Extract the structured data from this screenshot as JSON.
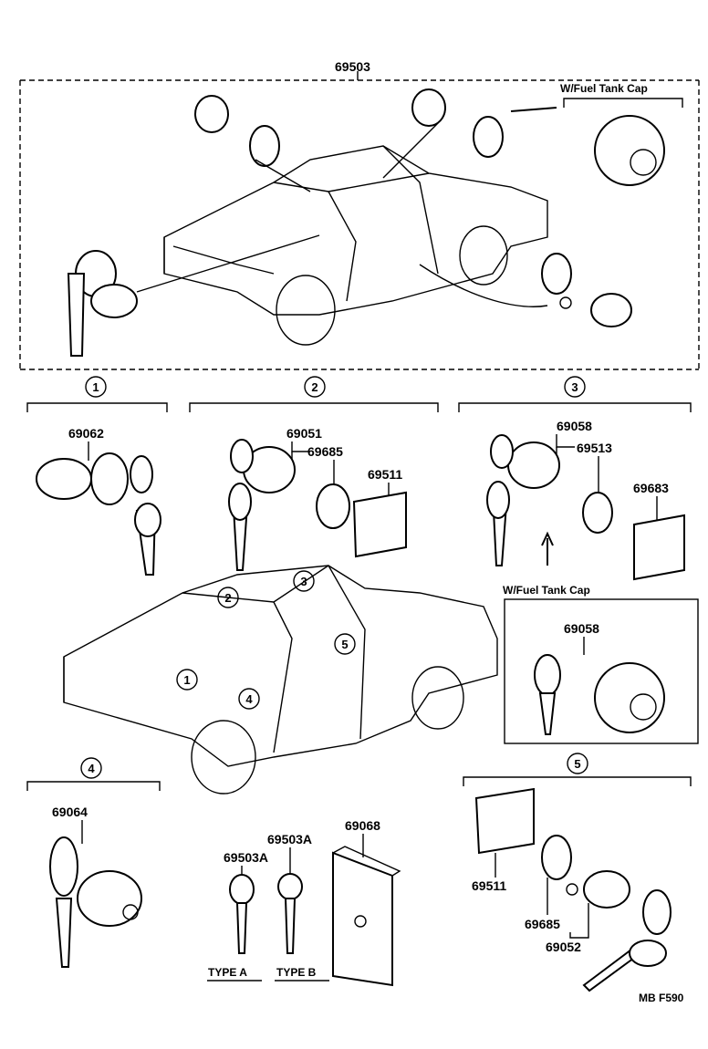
{
  "assembly": {
    "main_part": "69503",
    "fuel_cap_note": "W/Fuel Tank Cap"
  },
  "groups": [
    {
      "index": "1",
      "parts": [
        "69062"
      ]
    },
    {
      "index": "2",
      "parts": [
        "69051",
        "69685",
        "69511"
      ]
    },
    {
      "index": "3",
      "parts": [
        "69058",
        "69513",
        "69683"
      ]
    },
    {
      "index": "4",
      "parts": [
        "69064",
        "69503A",
        "69503A",
        "69068"
      ]
    },
    {
      "index": "5",
      "parts": [
        "69511",
        "69685",
        "69052"
      ]
    }
  ],
  "inset": {
    "title": "W/Fuel Tank Cap",
    "part": "69058"
  },
  "key_types": {
    "type_a": "TYPE A",
    "type_b": "TYPE B"
  },
  "car_callouts": [
    "1",
    "2",
    "3",
    "4",
    "5"
  ],
  "figure_code": "MB F590"
}
